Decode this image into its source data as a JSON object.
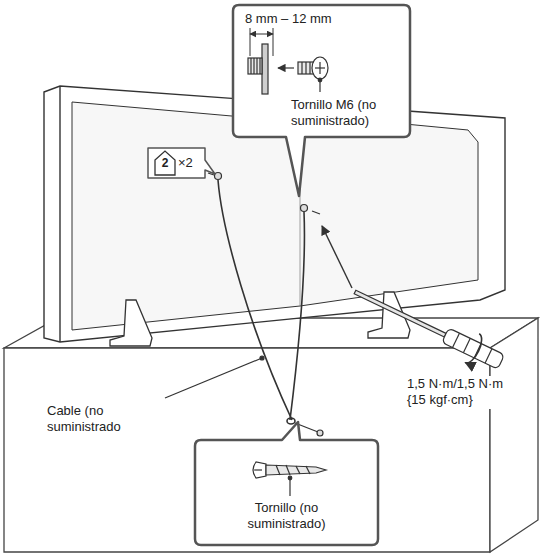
{
  "diagram": {
    "nodes": [
      {
        "text": [
          "8 mm – 12 mm",
          "Tornillo M6 (no suministrado)"
        ]
      },
      {
        "text": [
          "2",
          "×2"
        ]
      },
      {
        "text": [
          "Tornillo (no suministrado)"
        ]
      }
    ],
    "labels": [
      "Cable (no suministrado",
      "1,5 N·m/1,5 N·m {15 kgf·cm}"
    ]
  }
}
